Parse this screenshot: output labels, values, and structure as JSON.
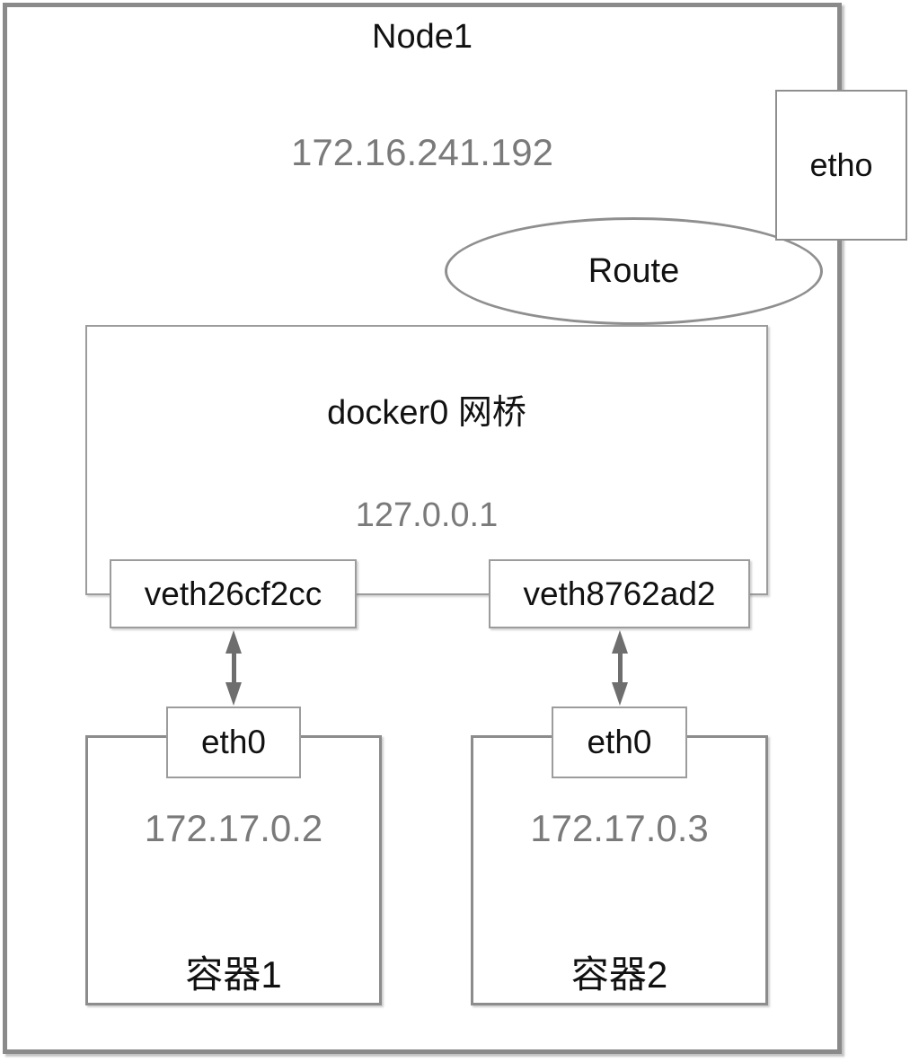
{
  "node": {
    "title": "Node1",
    "ip": "172.16.241.192",
    "eth_label": "etho"
  },
  "route": {
    "label": "Route"
  },
  "bridge": {
    "title": "docker0 网桥",
    "ip": "127.0.0.1",
    "veth1_label": "veth26cf2cc",
    "veth2_label": "veth8762ad2"
  },
  "containers": [
    {
      "eth_label": "eth0",
      "ip": "172.17.0.2",
      "name": "容器1"
    },
    {
      "eth_label": "eth0",
      "ip": "172.17.0.3",
      "name": "容器2"
    }
  ],
  "colors": {
    "node_border": "#8a8a8a",
    "box_border": "#9c9c9c",
    "gray_text": "#7a7a7a",
    "black_text": "#111111",
    "arrow": "#6e6e6e",
    "background": "#ffffff"
  }
}
